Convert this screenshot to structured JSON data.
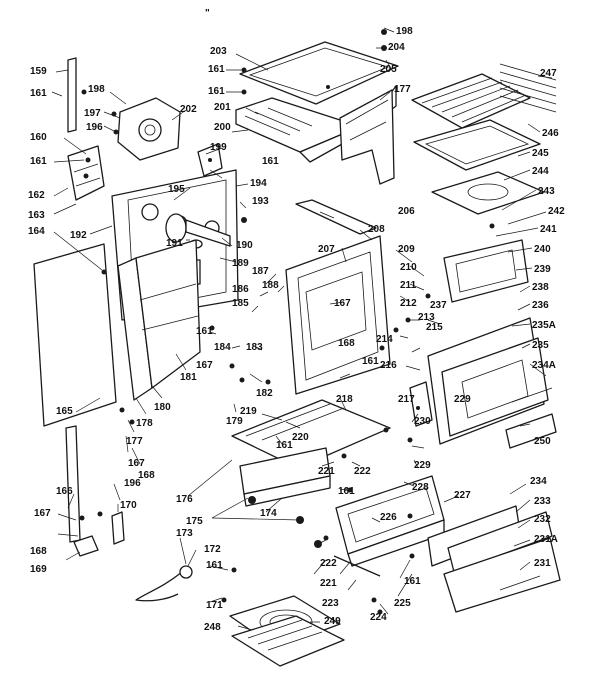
{
  "labels": [
    "159",
    "161",
    "198",
    "197",
    "196",
    "202",
    "160",
    "161",
    "162",
    "163",
    "164",
    "192",
    "165",
    "203",
    "161",
    "161",
    "201",
    "200",
    "199",
    "194",
    "195",
    "193",
    "191",
    "190",
    "189",
    "198",
    "204",
    "205",
    "177",
    "247",
    "246",
    "245",
    "244",
    "243",
    "242",
    "241",
    "240",
    "239",
    "238",
    "236",
    "235A",
    "235",
    "234A",
    "206",
    "207",
    "208",
    "209",
    "210",
    "211",
    "212",
    "213",
    "214",
    "215",
    "216",
    "237",
    "187",
    "186",
    "188",
    "185",
    "167",
    "184",
    "183",
    "161",
    "168",
    "182",
    "179",
    "181",
    "180",
    "178",
    "177",
    "167",
    "168",
    "176",
    "219",
    "218",
    "220",
    "161",
    "221",
    "222",
    "230",
    "229",
    "217",
    "229",
    "250",
    "228",
    "227",
    "234",
    "233",
    "232",
    "231A",
    "231",
    "175",
    "174",
    "161",
    "226",
    "222",
    "221",
    "223",
    "161",
    "225",
    "224",
    "196",
    "170",
    "166",
    "167",
    "168",
    "169",
    "173",
    "172",
    "161",
    "171",
    "248",
    "249",
    "161",
    "167",
    "161"
  ],
  "colors": {
    "ink": "#1a1a1a",
    "paper": "#ffffff"
  },
  "marks": {
    "top_mark": "\""
  }
}
